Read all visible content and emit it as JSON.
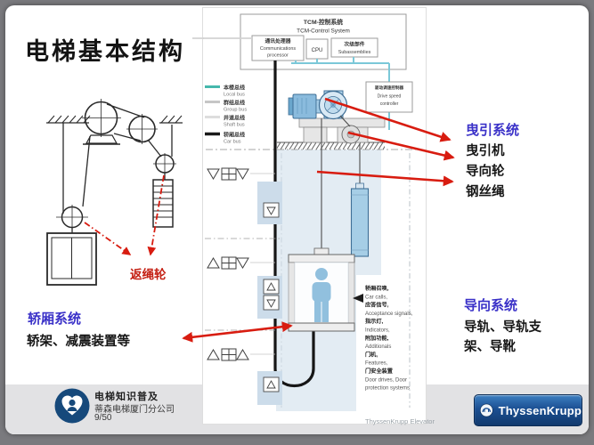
{
  "slide": {
    "title": "电梯基本结构"
  },
  "left_diagram": {
    "label": "返绳轮"
  },
  "control_system": {
    "title_cn": "TCM-控制系统",
    "title_en": "TCM-Control System",
    "comm_cn": "通讯处理器",
    "comm_en1": "Communications",
    "comm_en2": "processor",
    "cpu": "CPU",
    "sub_cn": "次级部件",
    "sub_en": "Subassemblies",
    "drive_cn": "驱动调速控制器",
    "drive_en1": "Drive speed",
    "drive_en2": "controller"
  },
  "legend": {
    "items": [
      {
        "cn": "本楼总线",
        "en": "Local bus",
        "color": "#45b8ac"
      },
      {
        "cn": "群组总线",
        "en": "Group bus",
        "color": "#c6c6c6"
      },
      {
        "cn": "井道总线",
        "en": "Shaft bus",
        "color": "#dddddd"
      },
      {
        "cn": "轿厢总线",
        "en": "Car bus",
        "color": "#1a1a1a"
      }
    ]
  },
  "callout": {
    "lines": [
      "轿厢召唤,",
      "Car calls,",
      "应答信号,",
      "Acceptance signals,",
      "指示灯,",
      "Indicators,",
      "附加功能,",
      "Additionals",
      "门机,",
      "Features,",
      "门安全装置",
      "Door drives, Door",
      "protection systems"
    ]
  },
  "labels": {
    "traction_title": "曳引系统",
    "traction_items": [
      "曳引机",
      "导向轮",
      "钢丝绳"
    ],
    "car_title": "轿厢系统",
    "car_sub": "轿架、减震装置等",
    "guide_title": "导向系统",
    "guide_sub1": "导轨、导轨支",
    "guide_sub2": "架、导靴"
  },
  "footer": {
    "name": "电梯知识普及",
    "org": "蒂森电梯厦门分公司",
    "page": "9/50",
    "watermark": "ThyssenKrupp Elevator",
    "logo": "ThyssenKrupp"
  },
  "colors": {
    "accent_blue": "#3a31c8",
    "arrow_red": "#d81c10",
    "shaft_fill": "#e3ecf3",
    "machine_blue": "#8abbdd"
  }
}
